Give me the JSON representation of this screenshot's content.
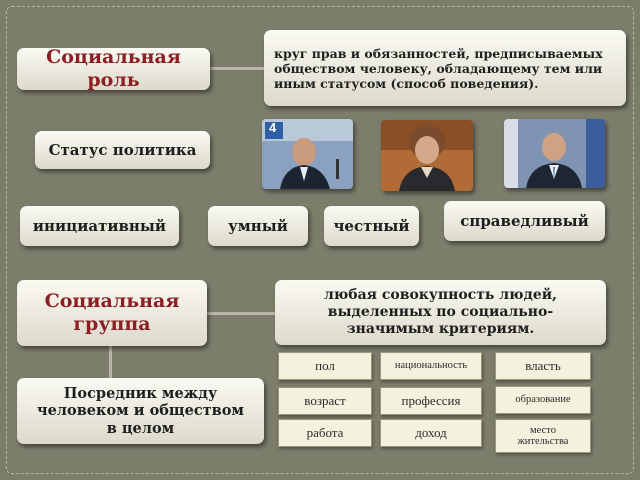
{
  "role": {
    "title": "Социальная роль",
    "definition": "круг прав и обязанностей, предписываемых обществом человеку, обладающему тем или иным статусом (способ поведения)."
  },
  "status": {
    "title": "Статус политика",
    "qualities": [
      "инициативный",
      "умный",
      "честный",
      "справедливый"
    ]
  },
  "photos": {
    "badge_number": "4",
    "people": [
      "politician-photo-1",
      "politician-photo-2",
      "politician-photo-3"
    ]
  },
  "group": {
    "title_line1": "Социальная",
    "title_line2": "группа",
    "definition": "любая совокупность людей, выделенных по социально-значимым критериям.",
    "mediator": "Посредник между человеком и обществом в целом",
    "criteria": {
      "col1": [
        "пол",
        "возраст",
        "работа"
      ],
      "col2": [
        "национальность",
        "профессия",
        "доход"
      ],
      "col3": [
        "власть",
        "образование",
        "место жительства"
      ]
    }
  },
  "colors": {
    "background": "#7d7d6c",
    "title_red": "#8b1f24",
    "box_light": "#fbfaf3"
  }
}
